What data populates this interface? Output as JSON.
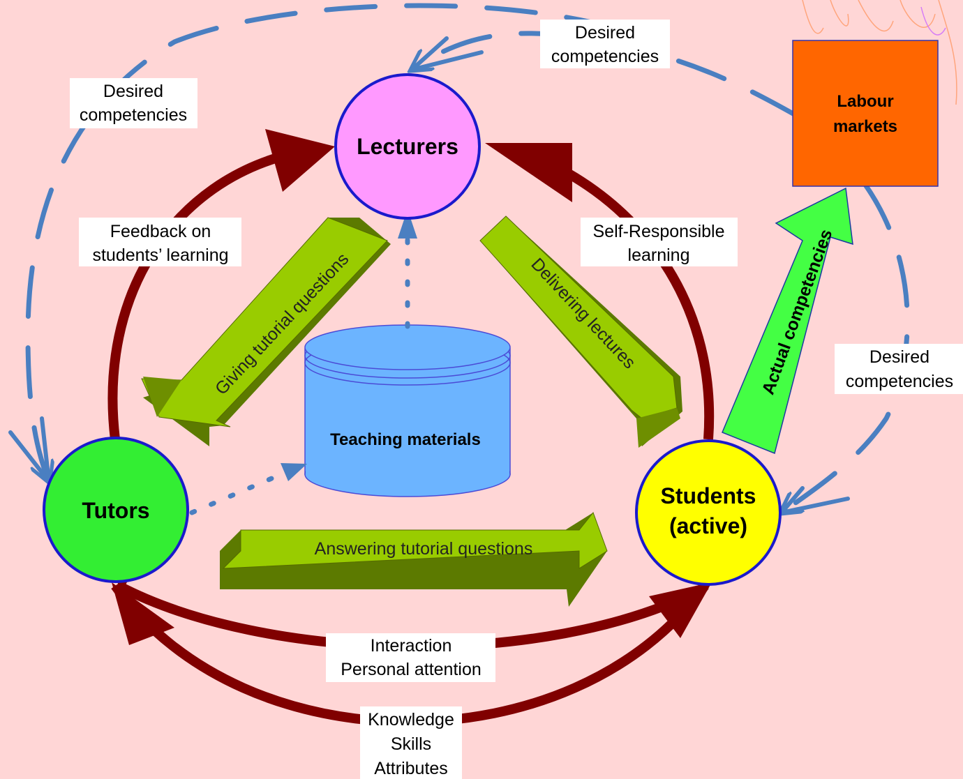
{
  "nodes": {
    "lecturers": "Lecturers",
    "tutors": "Tutors",
    "students_line1": "Students",
    "students_line2": "(active)",
    "teaching_materials": "Teaching materials",
    "labour_line1": "Labour",
    "labour_line2": "markets"
  },
  "labels": {
    "desired_top_1": "Desired",
    "desired_top_2": "competencies",
    "desired_left_1": "Desired",
    "desired_left_2": "competencies",
    "desired_right_1": "Desired",
    "desired_right_2": "competencies",
    "feedback_1": "Feedback on",
    "feedback_2": "students’ learning",
    "self_resp_1": "Self-Responsible",
    "self_resp_2": "learning",
    "interaction_1": "Interaction",
    "interaction_2": "Personal attention",
    "ksa_1": "Knowledge",
    "ksa_2": "Skills",
    "ksa_3": "Attributes"
  },
  "arrows": {
    "giving_tutorial": "Giving tutorial questions",
    "delivering_lectures": "Delivering lectures",
    "answering_tutorial": "Answering tutorial questions",
    "actual_competencies": "Actual competencies"
  },
  "colors": {
    "background": "#ffd6d6",
    "lecturers": "#ff99ff",
    "tutors": "#33ee33",
    "students": "#ffff00",
    "labour": "#ff6600",
    "materials": "#66b3ff",
    "cycle_arrow": "#800000",
    "dashed": "#4a7fc1",
    "green_arrow_face": "#99cc00",
    "green_arrow_side": "#5c7a00",
    "bright_arrow": "#44ff44"
  }
}
